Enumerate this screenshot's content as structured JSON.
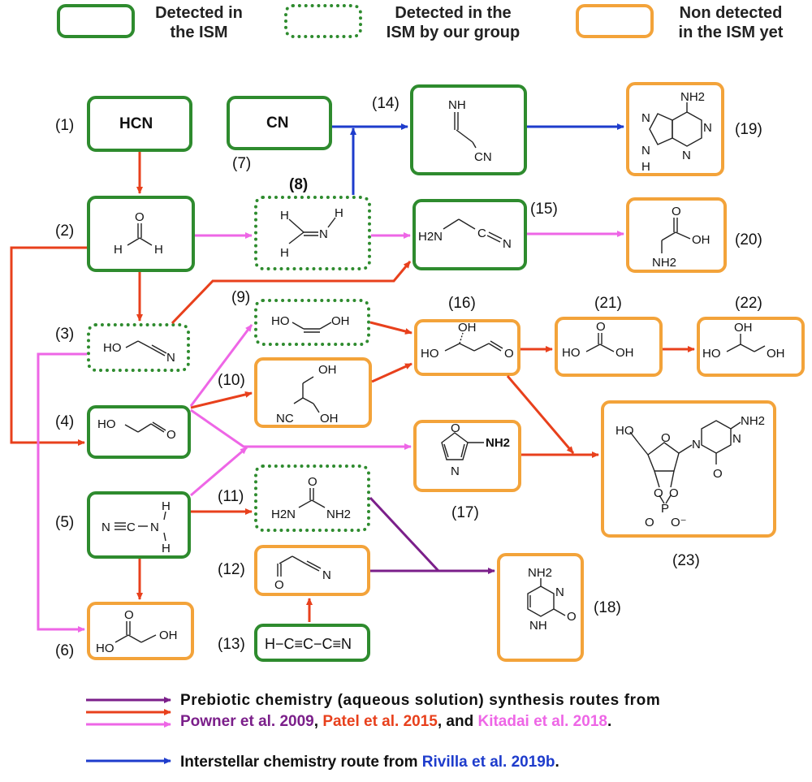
{
  "legend": {
    "detected": "Detected in\nthe ISM",
    "detected_group": "Detected in the\nISM by our group",
    "non_detected": "Non detected\nin the ISM yet"
  },
  "labels": {
    "n1": "(1)",
    "n2": "(2)",
    "n3": "(3)",
    "n4": "(4)",
    "n5": "(5)",
    "n6": "(6)",
    "n7": "(7)",
    "n8": "(8)",
    "n9": "(9)",
    "n10": "(10)",
    "n11": "(11)",
    "n12": "(12)",
    "n13": "(13)",
    "n14": "(14)",
    "n15": "(15)",
    "n16": "(16)",
    "n17": "(17)",
    "n18": "(18)",
    "n19": "(19)",
    "n20": "(20)",
    "n21": "(21)",
    "n22": "(22)",
    "n23": "(23)"
  },
  "molecules": {
    "hcn": "HCN",
    "cn": "CN",
    "cyanoacetylene": "H−C≡C−C≡N",
    "h": "H",
    "o": "O",
    "n": "N",
    "nh": "NH",
    "nh2": "NH2",
    "oh": "OH",
    "ho": "HO",
    "cn_group": "CN",
    "h2n": "H2N",
    "nc": "NC"
  },
  "footer": {
    "line1": "Prebiotic chemistry (aqueous solution) synthesis routes from",
    "powner": "Powner et al. 2009",
    "sep1": ", ",
    "patel": "Patel et al. 2015",
    "sep2": ", and ",
    "kitadai": "Kitadai et al. 2018",
    "end": ".",
    "line2": "Interstellar chemistry route from ",
    "rivilla": "Rivilla et al. 2019b",
    "end2": "."
  },
  "colors": {
    "detected": "#2e8b2e",
    "non_detected": "#f3a33a",
    "purple": "#7b1f8a",
    "red": "#e8401c",
    "pink": "#ee66e6",
    "blue": "#1e3ccc"
  }
}
